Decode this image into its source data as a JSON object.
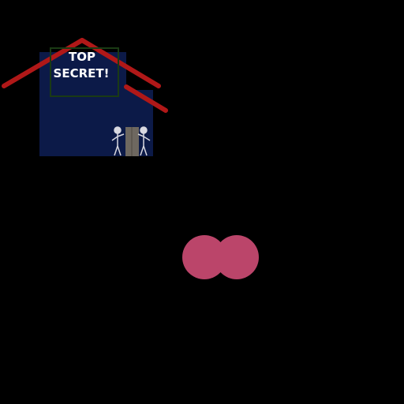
{
  "scene": {
    "background_color": "#000000",
    "building": {
      "wall_color": "#0c1a48",
      "roof_color": "#b01818",
      "door_color": "#6e6860",
      "sign": {
        "line1": "TOP",
        "line2": "SECRET!",
        "border_color": "#1a3a14",
        "text_color": "#ffffff"
      },
      "guards": [
        {
          "id": "left-guard"
        },
        {
          "id": "right-guard"
        }
      ],
      "guard_color": "#d8d8e0"
    },
    "player": {
      "color": "#bb456a",
      "parts": 2
    }
  }
}
